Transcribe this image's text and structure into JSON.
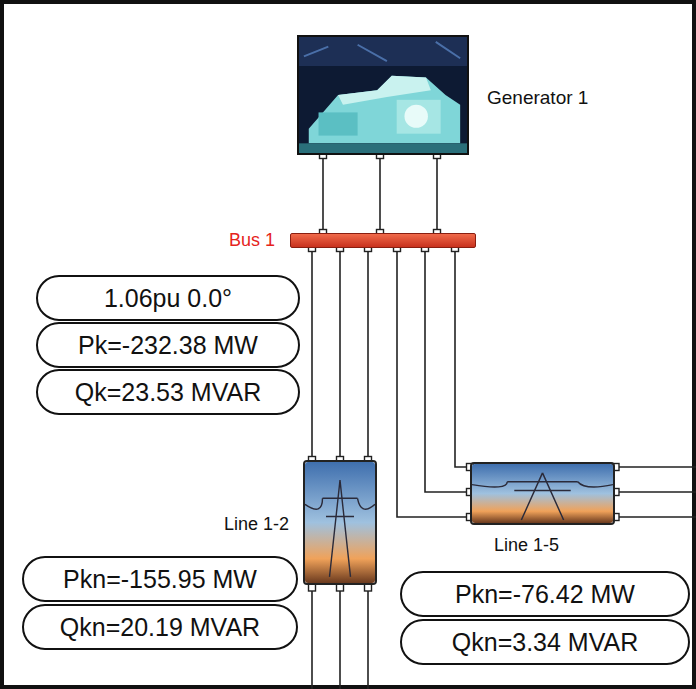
{
  "diagram": {
    "nodes": [
      {
        "text": [
          "Generator 1"
        ]
      },
      {
        "text": [
          "Bus 1"
        ]
      },
      {
        "text": [
          "1.06pu 0.0°"
        ]
      },
      {
        "text": [
          "Pk=-232.38 MW"
        ]
      },
      {
        "text": [
          "Qk=23.53 MVAR"
        ]
      },
      {
        "text": [
          "Line 1-2"
        ]
      },
      {
        "text": [
          "Pkn=-155.95 MW"
        ]
      },
      {
        "text": [
          "Qkn=20.19 MVAR"
        ]
      },
      {
        "text": [
          "Line 1-5"
        ]
      },
      {
        "text": [
          "Pkn=-76.42 MW"
        ]
      },
      {
        "text": [
          "Qkn=3.34 MVAR"
        ]
      }
    ],
    "edges": [
      {
        "from": 0,
        "to": 1,
        "arrow": "none"
      },
      {
        "from": 1,
        "to": 5,
        "arrow": "none"
      },
      {
        "from": 1,
        "to": 8,
        "arrow": "none"
      }
    ]
  }
}
